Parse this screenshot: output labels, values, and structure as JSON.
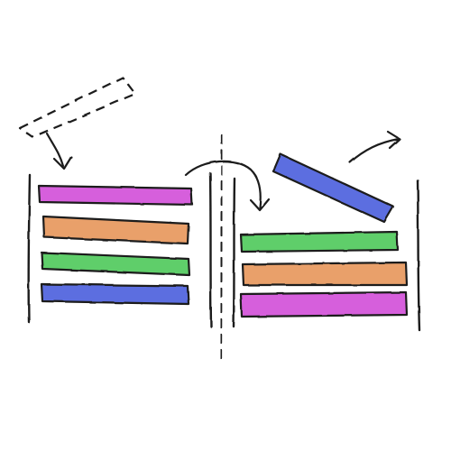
{
  "colors": {
    "ink": "#1a1a1a",
    "magenta": "#d65fdc",
    "orange": "#e9a06a",
    "green": "#5fce6a",
    "blue": "#5b6ee0",
    "background": "#ffffff"
  },
  "left_stack": {
    "items": [
      {
        "color": "magenta"
      },
      {
        "color": "orange"
      },
      {
        "color": "green"
      },
      {
        "color": "blue"
      }
    ]
  },
  "right_stack": {
    "items": [
      {
        "color": "green"
      },
      {
        "color": "orange"
      },
      {
        "color": "magenta"
      }
    ],
    "removed_item": {
      "color": "blue"
    }
  }
}
